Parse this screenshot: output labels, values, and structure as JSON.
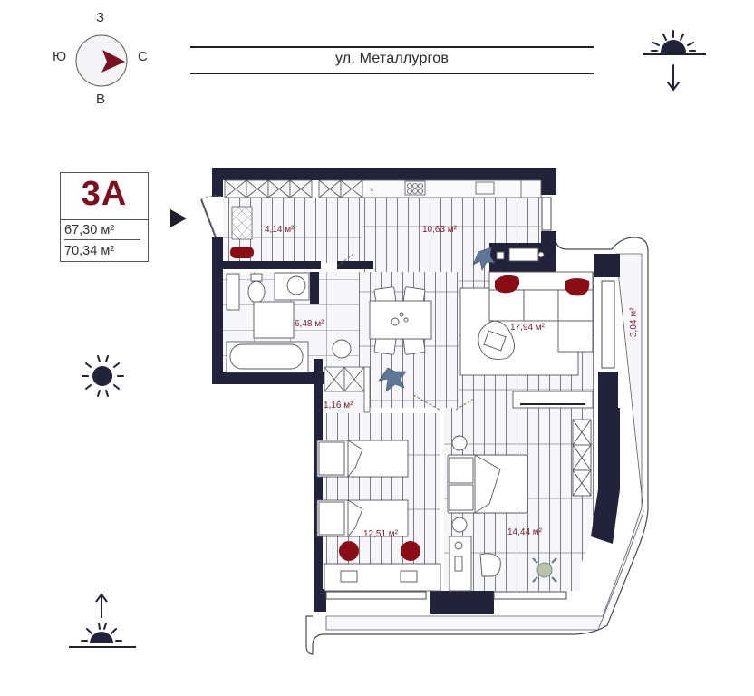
{
  "compass": {
    "north_label": "С",
    "south_label": "Ю",
    "west_label": "З",
    "east_label": "В",
    "arrow_color": "#7a1020",
    "icon": "compass-icon"
  },
  "street": {
    "name": "ул. Металлургов"
  },
  "apartment": {
    "code": "3А",
    "living_area": "67,30 м²",
    "total_area": "70,34 м²",
    "accent_color": "#7a1020"
  },
  "sun_indicators": [
    {
      "name": "sunset-icon",
      "meaning": "sunset",
      "arrow": "down"
    },
    {
      "name": "sun-icon",
      "meaning": "midday sun"
    },
    {
      "name": "sunrise-icon",
      "meaning": "sunrise",
      "arrow": "up"
    }
  ],
  "rooms": [
    {
      "id": "hallway",
      "area": "4,14 м²"
    },
    {
      "id": "kitchen",
      "area": "10,63 м²"
    },
    {
      "id": "bathroom",
      "area": "6,48 м²"
    },
    {
      "id": "living-room",
      "area": "17,94 м²"
    },
    {
      "id": "balcony",
      "area": "3,04 м²"
    },
    {
      "id": "closet",
      "area": "1,16 м²"
    },
    {
      "id": "bedroom-kids",
      "area": "12,51 м²"
    },
    {
      "id": "bedroom-master",
      "area": "14,44 м²"
    }
  ],
  "colors": {
    "wall": "#22223a",
    "label": "#7a1a2a",
    "furniture_accent": "#8a0c14",
    "plant": "#5e7896",
    "floor_line": "#6e6e7a"
  }
}
